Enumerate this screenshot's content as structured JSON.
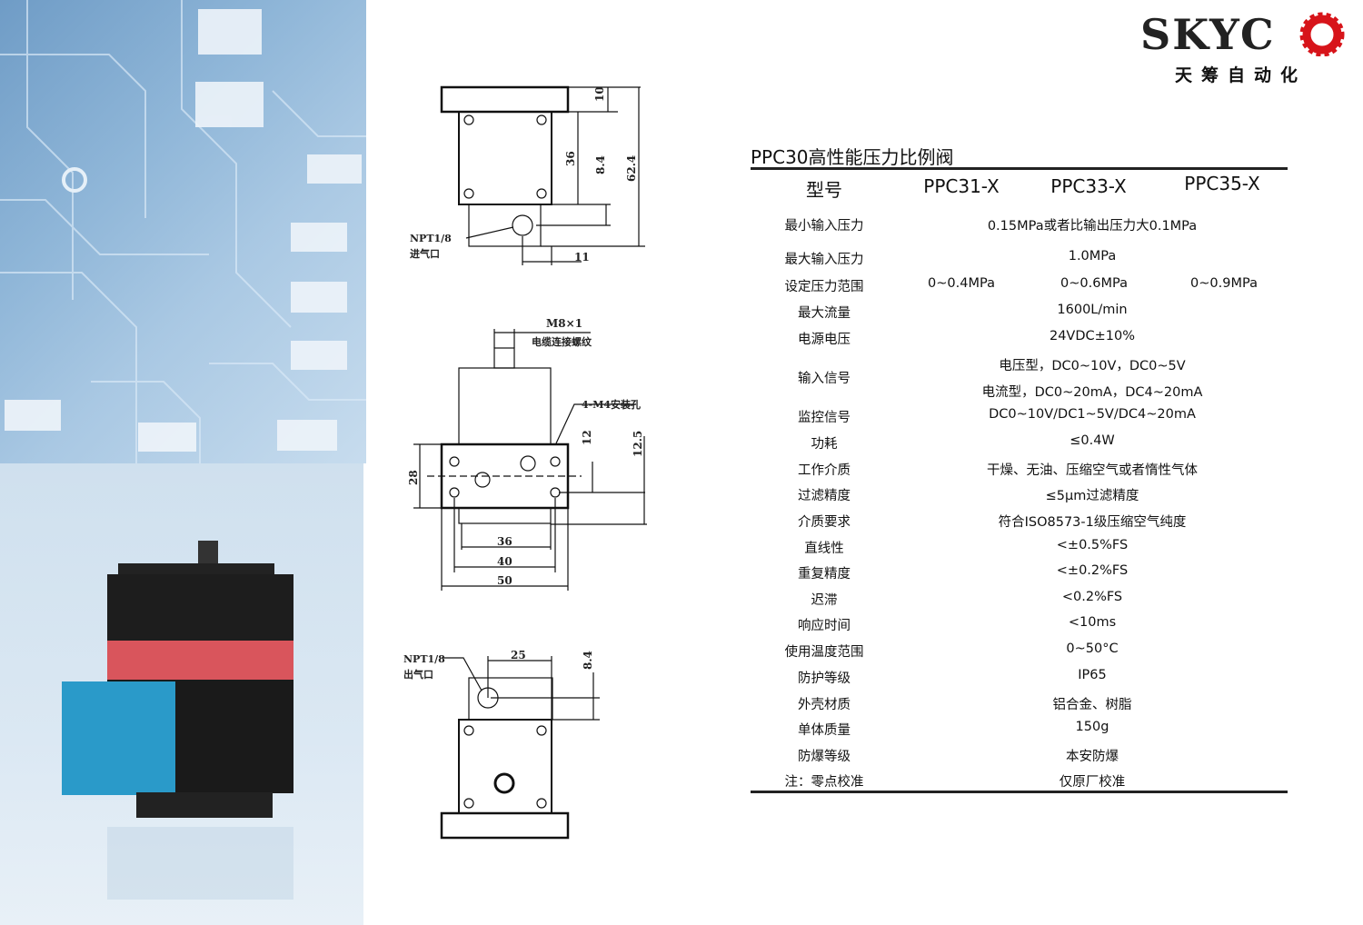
{
  "logo": {
    "brand": "SKYCO",
    "subtitle": "天筹自动化",
    "color": "#d7141a"
  },
  "spec": {
    "title": "PPC30高性能压力比例阀",
    "header": {
      "label": "型号",
      "models": [
        "PPC31-X",
        "PPC33-X",
        "PPC35-X"
      ]
    },
    "rows": [
      {
        "label": "最小输入压力",
        "value": "0.15MPa或者比输出压力大0.1MPa"
      },
      {
        "label": "最大输入压力",
        "value": "1.0MPa"
      },
      {
        "label": "设定压力范围",
        "values": [
          "0~0.4MPa",
          "0~0.6MPa",
          "0~0.9MPa"
        ]
      },
      {
        "label": "最大流量",
        "value": "1600L/min"
      },
      {
        "label": "电源电压",
        "value": "24VDC±10%"
      },
      {
        "label": "输入信号",
        "lines": [
          "电压型，DC0~10V，DC0~5V",
          "电流型，DC0~20mA，DC4~20mA"
        ]
      },
      {
        "label": "监控信号",
        "value": "DC0~10V/DC1~5V/DC4~20mA"
      },
      {
        "label": "功耗",
        "value": "≤0.4W"
      },
      {
        "label": "工作介质",
        "value": "干燥、无油、压缩空气或者惰性气体"
      },
      {
        "label": "过滤精度",
        "value": "≤5μm过滤精度"
      },
      {
        "label": "介质要求",
        "value": "符合ISO8573-1级压缩空气纯度"
      },
      {
        "label": "直线性",
        "value": "<±0.5%FS"
      },
      {
        "label": "重复精度",
        "value": "<±0.2%FS"
      },
      {
        "label": "迟滞",
        "value": "<0.2%FS"
      },
      {
        "label": "响应时间",
        "value": "<10ms"
      },
      {
        "label": "使用温度范围",
        "value": "0~50°C"
      },
      {
        "label": "防护等级",
        "value": "IP65"
      },
      {
        "label": "外壳材质",
        "value": "铝合金、树脂"
      },
      {
        "label": "单体质量",
        "value": "150g"
      },
      {
        "label": "防爆等级",
        "value": "本安防爆"
      },
      {
        "label": "注：零点校准",
        "value": "仅原厂校准"
      }
    ]
  },
  "drawings": {
    "top": {
      "dims": [
        "10",
        "36",
        "8.4",
        "62.4",
        "11"
      ],
      "port": "NPT1/8",
      "port_label": "进气口"
    },
    "front": {
      "thread": "M8×1",
      "thread_label": "电缆连接螺纹",
      "holes": "4-M4安装孔",
      "dims": [
        "28",
        "12",
        "12.5",
        "36",
        "40",
        "50"
      ]
    },
    "bottom": {
      "port": "NPT1/8",
      "port_label": "出气口",
      "dims": [
        "25",
        "8.4"
      ]
    }
  }
}
